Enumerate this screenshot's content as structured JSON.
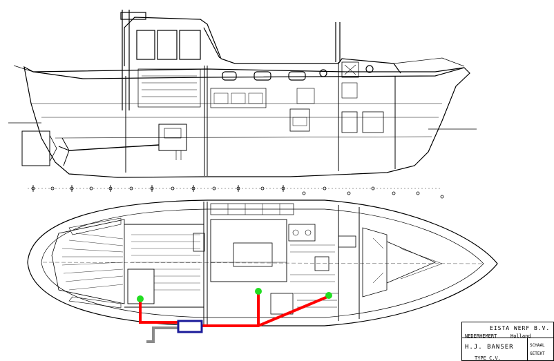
{
  "title_block": {
    "company": "EISTA WERF B.V.",
    "location_left": "NEDERHEMERT",
    "location_right": "Holland",
    "name": "H.J. BANSER",
    "ref_1": "SCHAAL",
    "ref_2": "GETEKT",
    "type": "TYPE C.V."
  },
  "colors": {
    "line": "#000000",
    "pipe": "#ff0000",
    "tank": "#1a1a9a",
    "valve": "#22dd22",
    "exhaust": "#8a8a8a"
  }
}
